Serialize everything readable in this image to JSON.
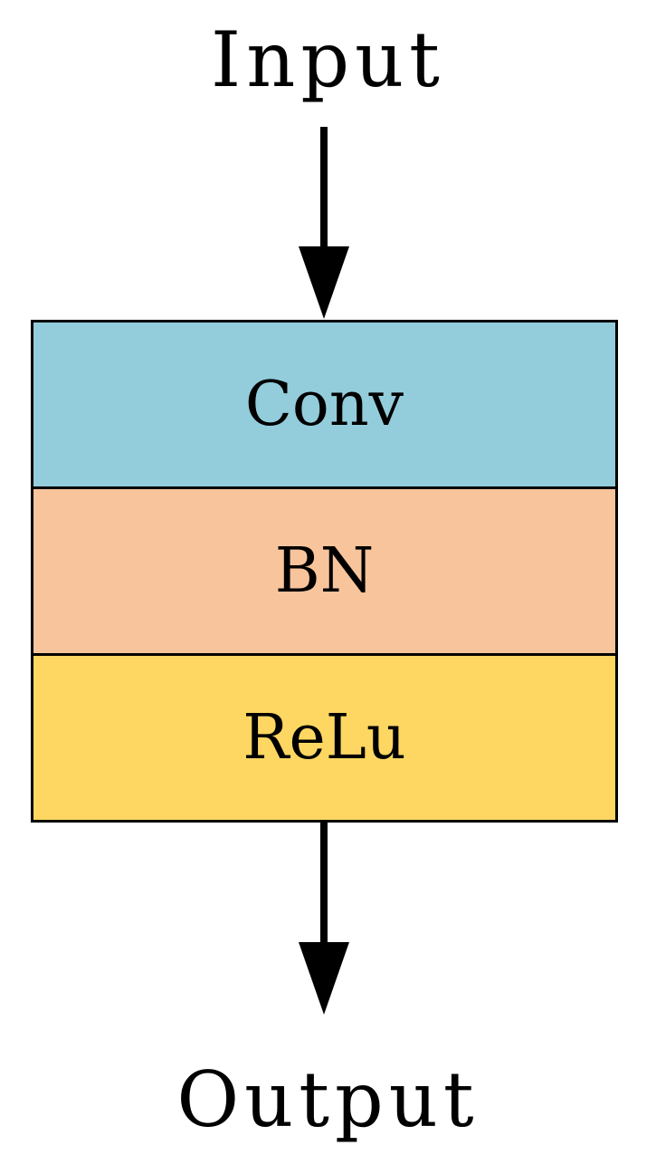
{
  "diagram": {
    "input_label": "Input",
    "output_label": "Output",
    "layers": [
      {
        "label": "Conv",
        "color": "#93CDDC"
      },
      {
        "label": "BN",
        "color": "#F8C49C"
      },
      {
        "label": "ReLu",
        "color": "#FDD762"
      }
    ],
    "arrow_color": "#000000"
  }
}
